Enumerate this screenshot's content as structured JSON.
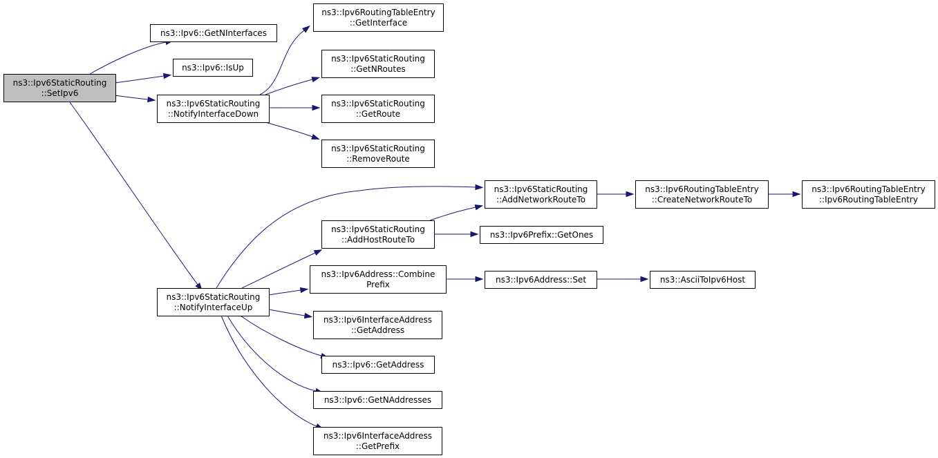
{
  "nodes": [
    {
      "id": "setipv6",
      "lines": [
        "ns3::Ipv6StaticRouting",
        "::SetIpv6"
      ],
      "root": true
    },
    {
      "id": "getninterfaces",
      "lines": [
        "ns3::Ipv6::GetNInterfaces"
      ]
    },
    {
      "id": "isup",
      "lines": [
        "ns3::Ipv6::IsUp"
      ]
    },
    {
      "id": "notifydown",
      "lines": [
        "ns3::Ipv6StaticRouting",
        "::NotifyInterfaceDown"
      ]
    },
    {
      "id": "notifyup",
      "lines": [
        "ns3::Ipv6StaticRouting",
        "::NotifyInterfaceUp"
      ]
    },
    {
      "id": "rte_getinterface",
      "lines": [
        "ns3::Ipv6RoutingTableEntry",
        "::GetInterface"
      ]
    },
    {
      "id": "getnroutes",
      "lines": [
        "ns3::Ipv6StaticRouting",
        "::GetNRoutes"
      ]
    },
    {
      "id": "getroute",
      "lines": [
        "ns3::Ipv6StaticRouting",
        "::GetRoute"
      ]
    },
    {
      "id": "removeroute",
      "lines": [
        "ns3::Ipv6StaticRouting",
        "::RemoveRoute"
      ]
    },
    {
      "id": "addnetworkrouteto",
      "lines": [
        "ns3::Ipv6StaticRouting",
        "::AddNetworkRouteTo"
      ]
    },
    {
      "id": "addhostrouteto",
      "lines": [
        "ns3::Ipv6StaticRouting",
        "::AddHostRouteTo"
      ]
    },
    {
      "id": "combineprefix",
      "lines": [
        "ns3::Ipv6Address::Combine",
        "Prefix"
      ]
    },
    {
      "id": "ifaddr_getaddress",
      "lines": [
        "ns3::Ipv6InterfaceAddress",
        "::GetAddress"
      ]
    },
    {
      "id": "ipv6_getaddress",
      "lines": [
        "ns3::Ipv6::GetAddress"
      ]
    },
    {
      "id": "getnaddresses",
      "lines": [
        "ns3::Ipv6::GetNAddresses"
      ]
    },
    {
      "id": "ifaddr_getprefix",
      "lines": [
        "ns3::Ipv6InterfaceAddress",
        "::GetPrefix"
      ]
    },
    {
      "id": "createnetworkrouteto",
      "lines": [
        "ns3::Ipv6RoutingTableEntry",
        "::CreateNetworkRouteTo"
      ]
    },
    {
      "id": "rte_ctor",
      "lines": [
        "ns3::Ipv6RoutingTableEntry",
        "::Ipv6RoutingTableEntry"
      ]
    },
    {
      "id": "getones",
      "lines": [
        "ns3::Ipv6Prefix::GetOnes"
      ]
    },
    {
      "id": "addressset",
      "lines": [
        "ns3::Ipv6Address::Set"
      ]
    },
    {
      "id": "asciitoipv6host",
      "lines": [
        "ns3::AsciiToIpv6Host"
      ]
    }
  ],
  "edges": [
    {
      "from": "setipv6",
      "to": "getninterfaces"
    },
    {
      "from": "setipv6",
      "to": "isup"
    },
    {
      "from": "setipv6",
      "to": "notifydown"
    },
    {
      "from": "setipv6",
      "to": "notifyup"
    },
    {
      "from": "notifydown",
      "to": "rte_getinterface"
    },
    {
      "from": "notifydown",
      "to": "getnroutes"
    },
    {
      "from": "notifydown",
      "to": "getroute"
    },
    {
      "from": "notifydown",
      "to": "removeroute"
    },
    {
      "from": "notifyup",
      "to": "addnetworkrouteto"
    },
    {
      "from": "notifyup",
      "to": "addhostrouteto"
    },
    {
      "from": "notifyup",
      "to": "combineprefix"
    },
    {
      "from": "notifyup",
      "to": "ifaddr_getaddress"
    },
    {
      "from": "notifyup",
      "to": "ipv6_getaddress"
    },
    {
      "from": "notifyup",
      "to": "getnaddresses"
    },
    {
      "from": "notifyup",
      "to": "ifaddr_getprefix"
    },
    {
      "from": "addnetworkrouteto",
      "to": "createnetworkrouteto"
    },
    {
      "from": "createnetworkrouteto",
      "to": "rte_ctor"
    },
    {
      "from": "addhostrouteto",
      "to": "addnetworkrouteto"
    },
    {
      "from": "addhostrouteto",
      "to": "getones"
    },
    {
      "from": "combineprefix",
      "to": "addressset"
    },
    {
      "from": "addressset",
      "to": "asciitoipv6host"
    }
  ],
  "colors": {
    "edge": "#191970",
    "root_fill": "#bfbfbf",
    "node_fill": "#ffffff",
    "node_border": "#000000"
  }
}
